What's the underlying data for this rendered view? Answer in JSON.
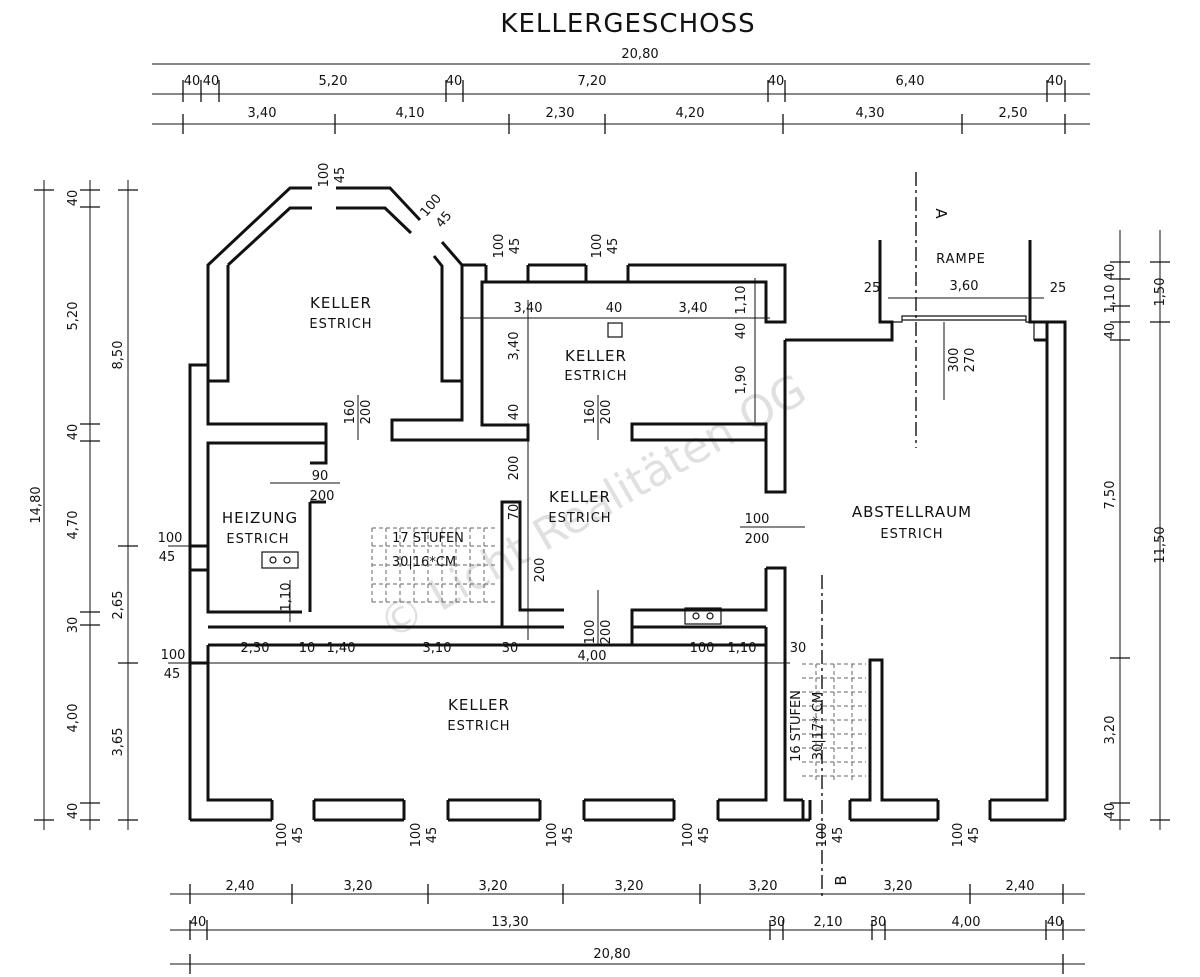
{
  "title": "KELLERGESCHOSS",
  "watermark": "© Licht Realitäten OG",
  "section_marks": [
    "A",
    "B"
  ],
  "top_dims": {
    "row1": [
      "20,80"
    ],
    "row2": [
      "40",
      "40",
      "5,20",
      "40",
      "7,20",
      "40",
      "6,40",
      "40"
    ],
    "row3": [
      "3,40",
      "4,10",
      "2,30",
      "4,20",
      "4,30",
      "2,50"
    ]
  },
  "bottom_dims": {
    "row1": [
      "2,40",
      "3,20",
      "3,20",
      "3,20",
      "3,20",
      "3,20",
      "2,40"
    ],
    "row2": [
      "40",
      "13,30",
      "30",
      "2,10",
      "30",
      "4,00",
      "40"
    ],
    "row3": [
      "20,80"
    ]
  },
  "left_dims": {
    "outer": [
      "14,80"
    ],
    "mid": [
      "40",
      "5,20",
      "40",
      "4,70",
      "30",
      "4,00",
      "40"
    ],
    "inner": [
      "8,50",
      "2,65",
      "3,65"
    ]
  },
  "right_dims": {
    "inner": [
      "40",
      "1,10",
      "40",
      "7,50",
      "3,20",
      "40"
    ],
    "outer": [
      "1,50",
      "11,50"
    ]
  },
  "rooms": [
    {
      "name": "KELLER",
      "sub": "ESTRICH"
    },
    {
      "name": "KELLER",
      "sub": "ESTRICH"
    },
    {
      "name": "HEIZUNG",
      "sub": "ESTRICH"
    },
    {
      "name": "KELLER",
      "sub": "ESTRICH"
    },
    {
      "name": "ABSTELLRAUM",
      "sub": "ESTRICH"
    },
    {
      "name": "KELLER",
      "sub": "ESTRICH"
    },
    {
      "name": "RAMPE",
      "sub": ""
    }
  ],
  "stairs": [
    {
      "steps": "17 STUFEN",
      "size": "30|16*CM"
    },
    {
      "steps": "16 STUFEN",
      "size": "30|17* CM"
    }
  ],
  "openings": {
    "win_a": [
      "100",
      "45"
    ],
    "win_b": [
      "100",
      "45"
    ],
    "win_c": [
      "100",
      "45"
    ],
    "win_d": [
      "100",
      "45"
    ],
    "side_left1": [
      "100",
      "45"
    ],
    "side_left2": [
      "100",
      "45"
    ],
    "bottom": [
      "100",
      "45"
    ]
  },
  "interior_dims": {
    "k2_width_a": "3,40",
    "k2_wall": "40",
    "k2_width_b": "3,40",
    "k2_depth": "3,40",
    "k2_wall2": "40",
    "k2_r1": "1,10",
    "k2_r2": "40",
    "k2_r3": "1,90",
    "door1_a": "160",
    "door1_b": "200",
    "door2_a": "160",
    "door2_b": "200",
    "door3_a": "90",
    "door3_b": "200",
    "hall_door_a": "100",
    "hall_door_b": "200",
    "hall_v1": "200",
    "hall_v2": "70",
    "hall_v3": "200",
    "hall_v4": "40",
    "heiz_h": "1,10",
    "bot_door_a": "100",
    "bot_door_b": "200",
    "row_2_30": "2,30",
    "row_10": "10",
    "row_1_40": "1,40",
    "row_3_10": "3,10",
    "row_30": "30",
    "row_4_00": "4,00",
    "row_100": "100",
    "row_1_10": "1,10",
    "stair_30": "30",
    "rampe_25a": "25",
    "rampe_3_60": "3,60",
    "rampe_25b": "25",
    "rampe_300": "300",
    "rampe_270": "270"
  }
}
